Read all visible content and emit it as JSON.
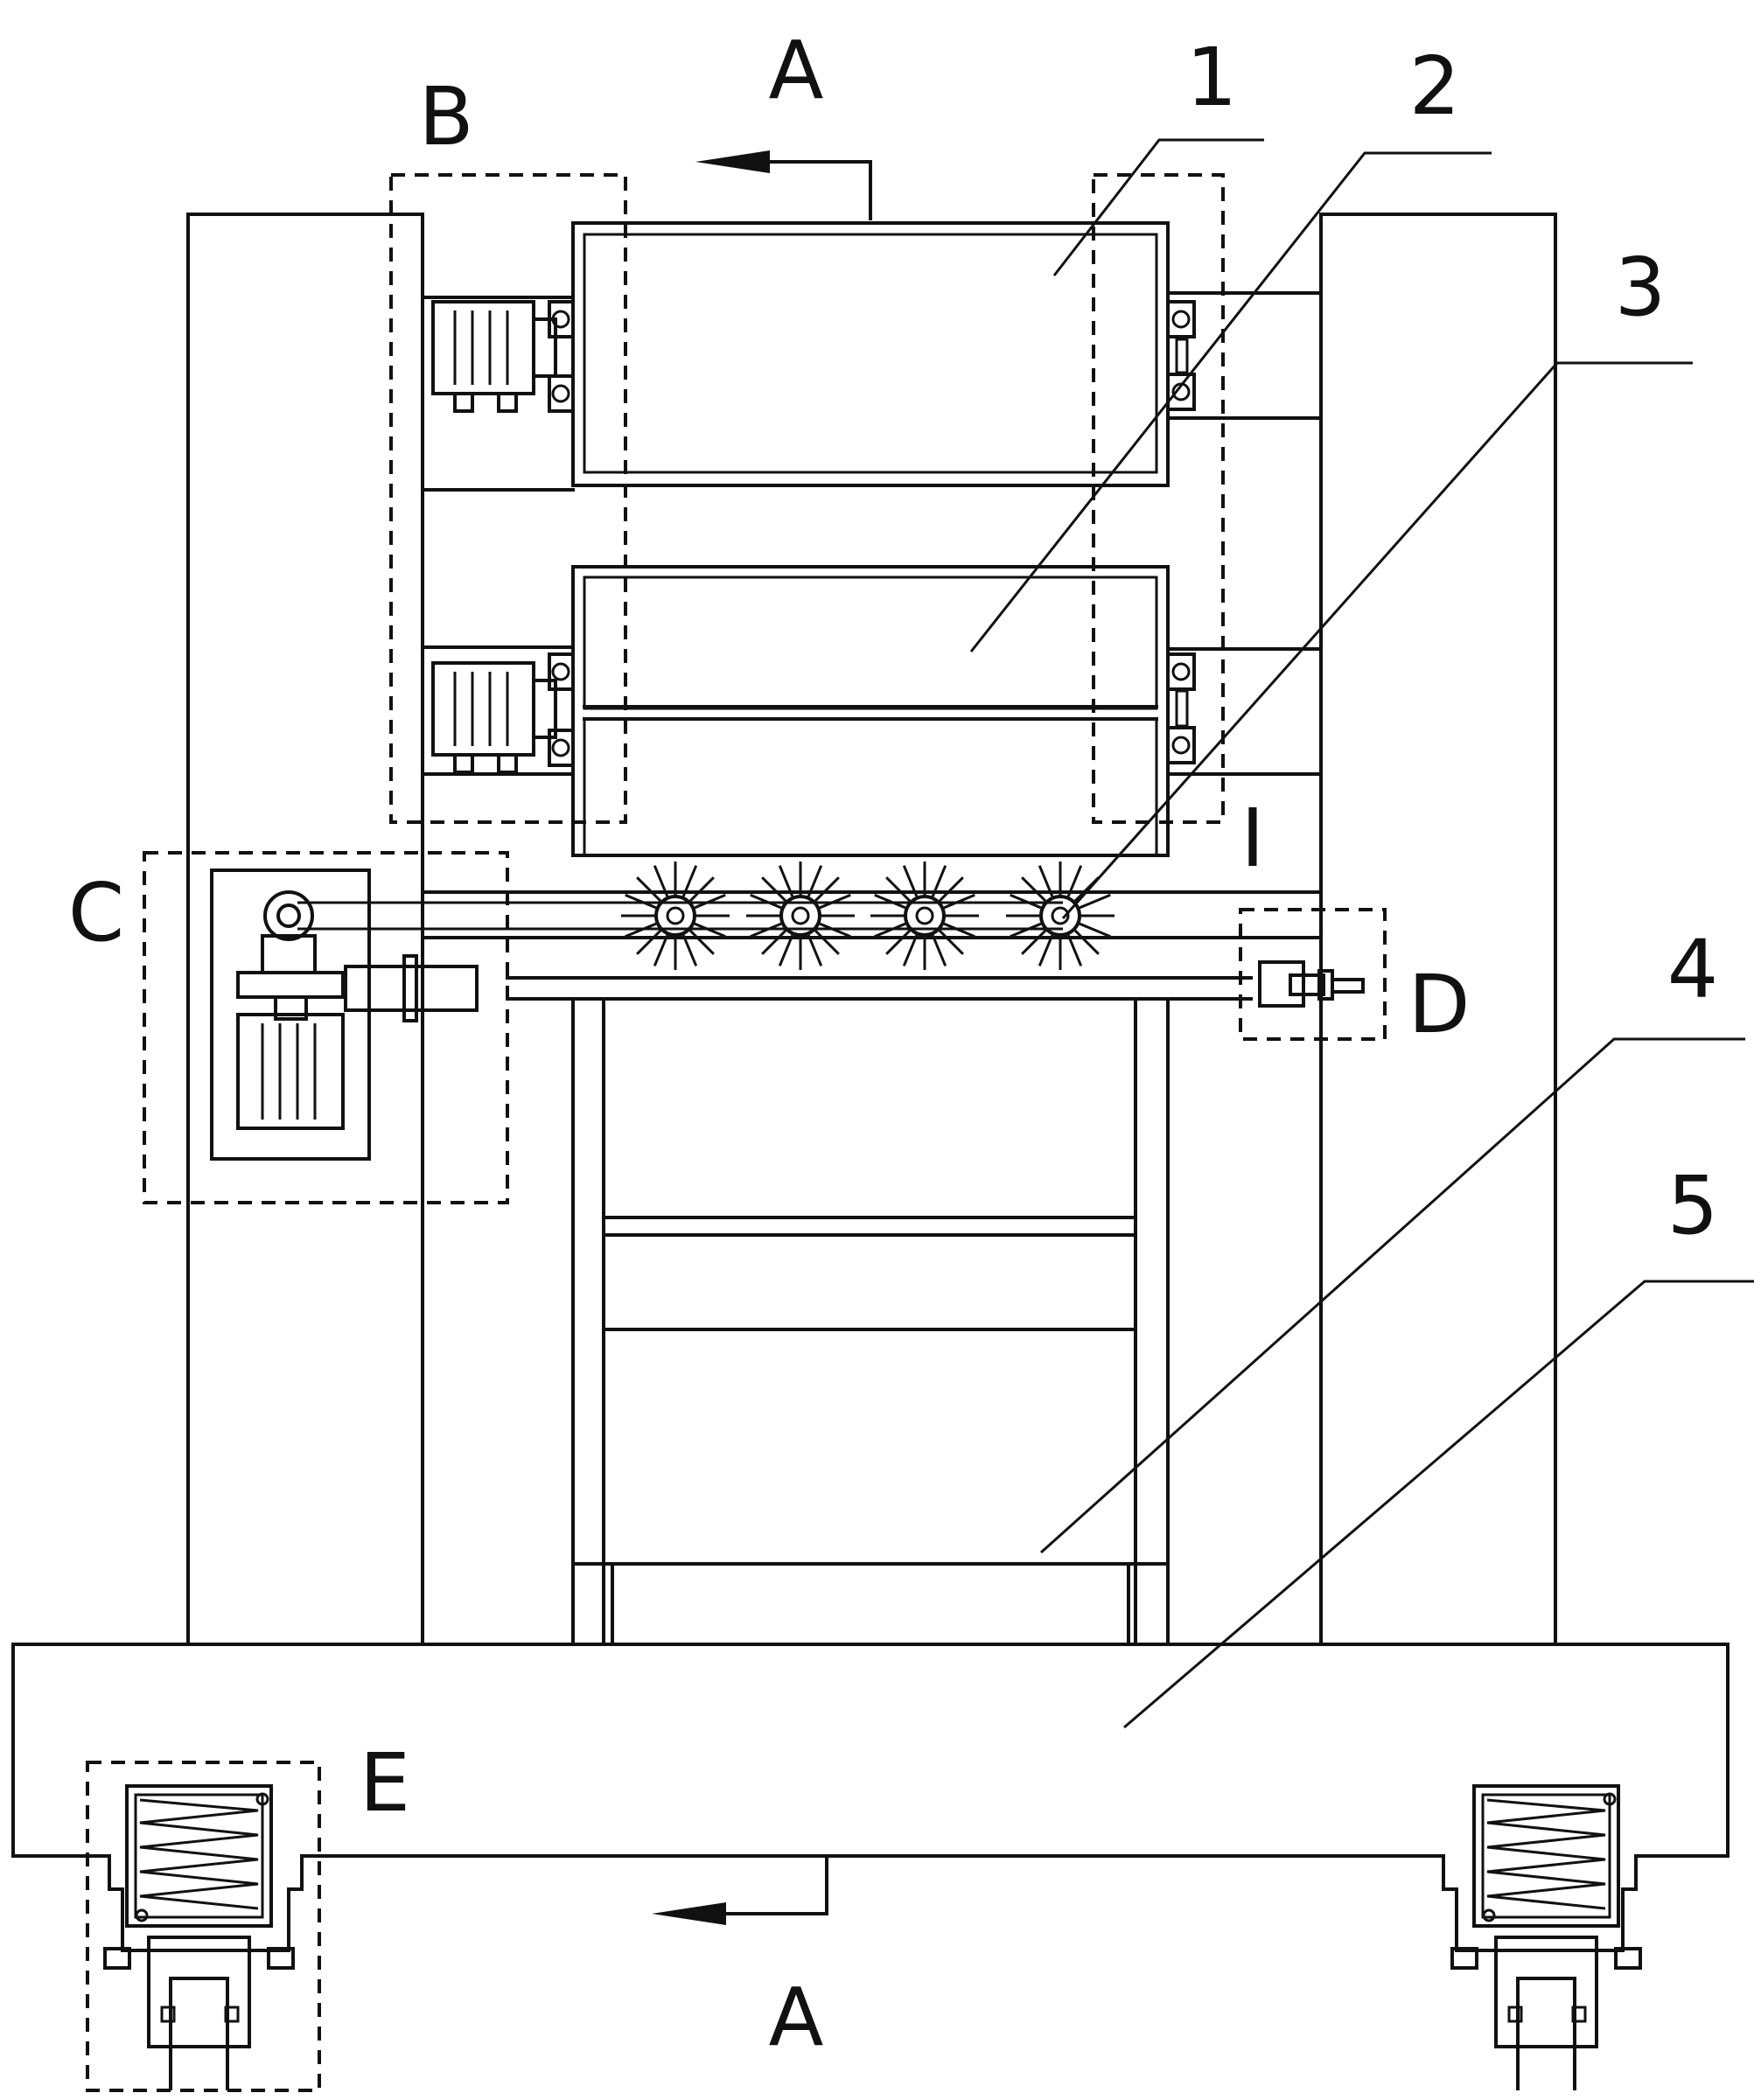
{
  "figure": {
    "labels": {
      "section_a": "A",
      "detail_b": "B",
      "detail_c": "C",
      "detail_d": "D",
      "detail_e": "E",
      "detail_i": "I",
      "part_1": "1",
      "part_2": "2",
      "part_3": "3",
      "part_4": "4",
      "part_5": "5"
    }
  }
}
